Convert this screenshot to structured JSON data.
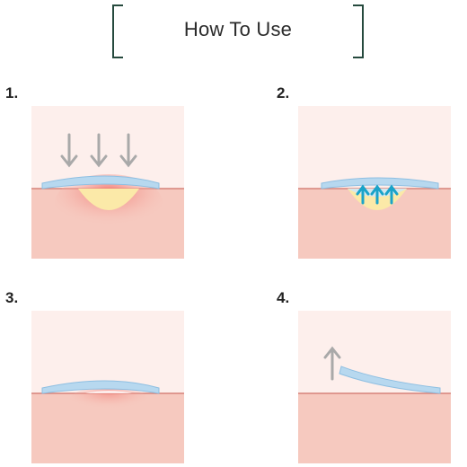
{
  "header": {
    "title": "How To Use"
  },
  "steps": [
    {
      "number": "1.",
      "arrow_direction": "down",
      "arrow_color": "#a9a9a9"
    },
    {
      "number": "2.",
      "arrow_direction": "up",
      "arrow_color": "#1aa3c9"
    },
    {
      "number": "3."
    },
    {
      "number": "4.",
      "arrow_direction": "up",
      "arrow_color": "#a9a9a9"
    }
  ],
  "colors": {
    "bracket": "#264a3e",
    "skin_top": "#fdefec",
    "skin_bottom": "#f6c9bf",
    "skin_edge": "#d6837a",
    "patch": "#b7d8ef",
    "pimple": "#fbe9a8",
    "inflammation": "#f2726a"
  }
}
